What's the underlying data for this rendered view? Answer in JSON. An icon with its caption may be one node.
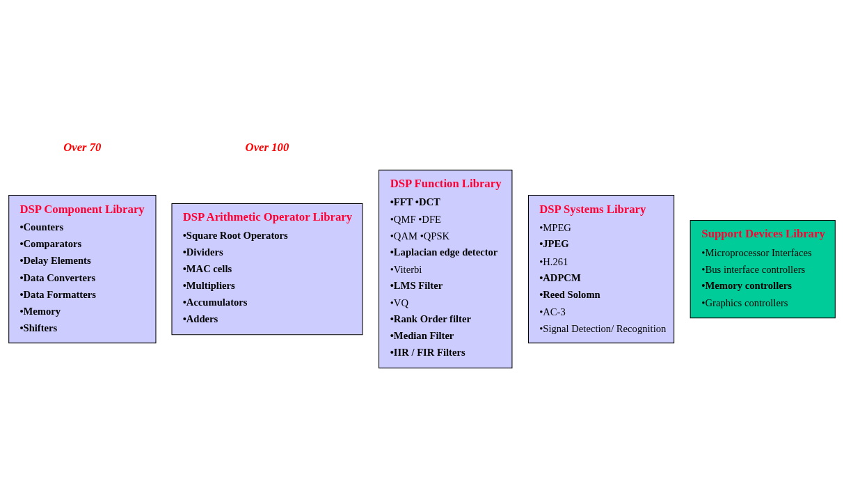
{
  "diagram": {
    "nodes": [
      {
        "text": [
          "DSP Component Library",
          "•Counters",
          "•Comparators",
          "•Delay Elements",
          "•Data Converters",
          "•Data Formatters",
          "•Memory",
          "•Shifters"
        ]
      },
      {
        "text": [
          "DSP Arithmetic Operator Library",
          "•Square Root Operators",
          "•Dividers",
          "•MAC cells",
          "•Multipliers",
          "•Accumulators",
          "•Adders"
        ]
      },
      {
        "text": [
          "DSP Function Library",
          "•FFT •DCT",
          "•QMF •DFE",
          "•QAM •QPSK",
          "•Laplacian edge detector",
          "•Viterbi",
          "•LMS Filter",
          "•VQ",
          "•Rank Order filter",
          "•Median Filter",
          "•IIR / FIR Filters"
        ]
      },
      {
        "text": [
          "DSP Systems Library",
          "•MPEG",
          "•JPEG",
          "•H.261",
          "•ADPCM",
          "•Reed Solomn",
          "•AC-3",
          "•Signal Detection/ Recognition"
        ]
      },
      {
        "text": [
          "Support Devices Library",
          "•Microprocessor Interfaces",
          "•Bus interface controllers",
          "•Memory controllers",
          "•Graphics controllers"
        ]
      }
    ],
    "edges": [],
    "labels": [
      "Over 70",
      "Over 100"
    ]
  }
}
